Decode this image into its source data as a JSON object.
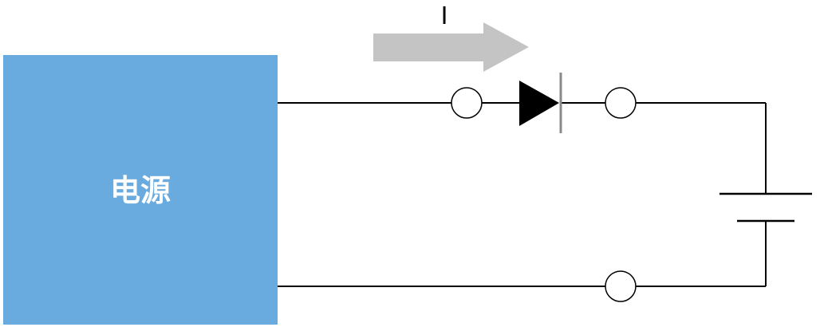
{
  "power_supply": {
    "label": "电源",
    "fill_color": "#6aabdf",
    "text_color": "#ffffff"
  },
  "current": {
    "label": "I",
    "arrow_color": "#c4c4c4",
    "direction": "right"
  },
  "diode": {
    "fill_color": "#000000",
    "bar_color": "#8a8a8a"
  },
  "battery": {
    "symbol": "dc-cell"
  },
  "wire_color": "#000000"
}
